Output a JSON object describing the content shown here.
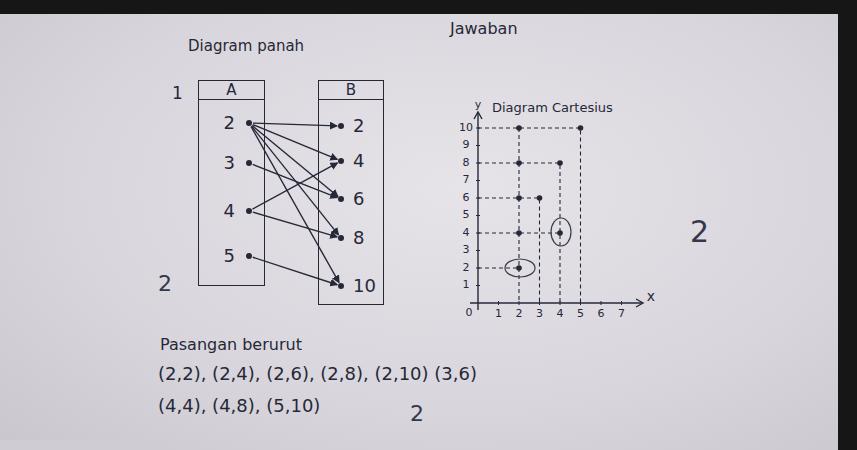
{
  "diagram": {
    "title": "Jawaban",
    "nodes": [
      {
        "text": [
          "A"
        ]
      },
      {
        "text": [
          "2"
        ],
        "in": 0
      },
      {
        "text": [
          "3"
        ],
        "in": 0
      },
      {
        "text": [
          "4"
        ],
        "in": 0
      },
      {
        "text": [
          "5"
        ],
        "in": 0
      },
      {
        "text": [
          "B"
        ]
      },
      {
        "text": [
          "2"
        ],
        "in": 5
      },
      {
        "text": [
          "4"
        ],
        "in": 5
      },
      {
        "text": [
          "6"
        ],
        "in": 5
      },
      {
        "text": [
          "8"
        ],
        "in": 5
      },
      {
        "text": [
          "10"
        ],
        "in": 5
      }
    ],
    "edges": [
      {
        "from": 1,
        "to": 6,
        "arrow": "to"
      },
      {
        "from": 1,
        "to": 7,
        "arrow": "to"
      },
      {
        "from": 1,
        "to": 8,
        "arrow": "to"
      },
      {
        "from": 1,
        "to": 9,
        "arrow": "to"
      },
      {
        "from": 1,
        "to": 10,
        "arrow": "to"
      },
      {
        "from": 2,
        "to": 8,
        "arrow": "to"
      },
      {
        "from": 3,
        "to": 7,
        "arrow": "to"
      },
      {
        "from": 3,
        "to": 9,
        "arrow": "to"
      },
      {
        "from": 4,
        "to": 10,
        "arrow": "to"
      }
    ],
    "labels": [
      "Diagram panah",
      "1",
      "Diagram Cartesius",
      "y",
      "x",
      "10",
      "9",
      "8",
      "7",
      "6",
      "5",
      "4",
      "3",
      "2",
      "1",
      "0",
      "1",
      "2",
      "3",
      "4",
      "5",
      "6",
      "7",
      "Pasangan berurut",
      "(2,2), (2,4), (2,6), (2,8), (2,10) (3,6)",
      "(4,4), (4,8), (5,10)",
      "2",
      "2",
      "2"
    ]
  }
}
